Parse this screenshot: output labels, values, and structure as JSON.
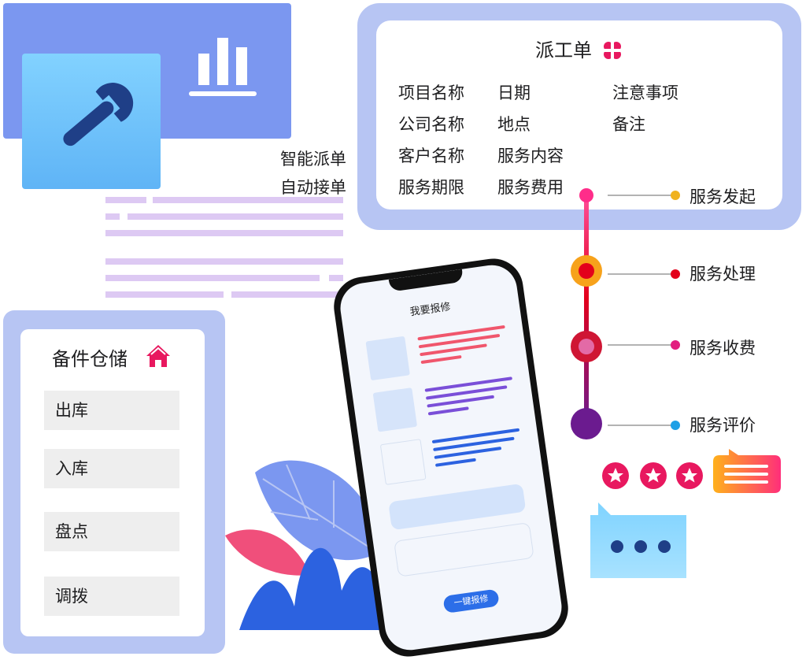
{
  "side_labels": {
    "smart_dispatch": "智能派单",
    "auto_accept": "自动接单"
  },
  "work_order": {
    "title": "派工单",
    "fields": [
      [
        "项目名称",
        "日期",
        "注意事项"
      ],
      [
        "公司名称",
        "地点",
        "备注"
      ],
      [
        "客户名称",
        "服务内容"
      ],
      [
        "服务期限",
        "服务费用"
      ]
    ]
  },
  "timeline": {
    "steps": [
      "服务发起",
      "服务处理",
      "服务收费",
      "服务评价"
    ],
    "colors": [
      "#f0b21e",
      "#e3001b",
      "#e21f7f",
      "#1ea0e6"
    ]
  },
  "spare_parts": {
    "title": "备件仓储",
    "items": [
      "出库",
      "入库",
      "盘点",
      "调拨"
    ]
  },
  "phone": {
    "title": "我要报修",
    "button": "一键报修"
  },
  "rating": {
    "stars": 3
  },
  "colors": {
    "accent_pink": "#e8185f",
    "brand_blue": "#7b97f0"
  },
  "icons": [
    "wrench-icon",
    "bar-chart-icon",
    "clover-icon",
    "house-icon",
    "star-icon",
    "chat-bubble-icon",
    "more-dots-icon"
  ]
}
